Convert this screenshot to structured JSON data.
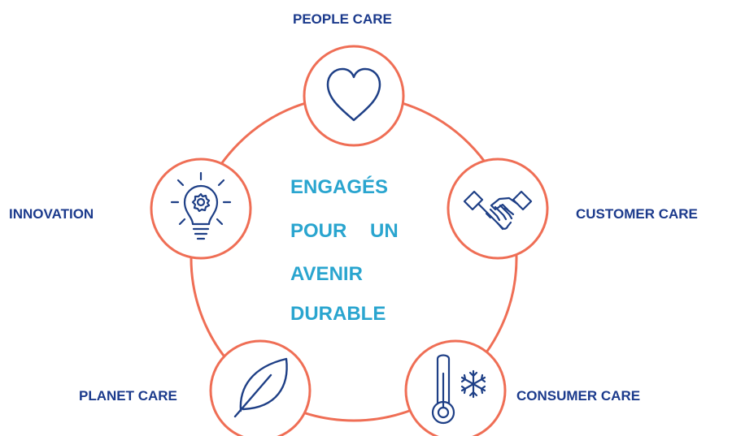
{
  "colors": {
    "ring": "#ef6e55",
    "icon": "#1e3f86",
    "label": "#1b3a8c",
    "center_text": "#2aa5cf"
  },
  "pillars": {
    "people_care": {
      "label": "PEOPLE CARE",
      "icon": "heart-icon"
    },
    "customer_care": {
      "label": "CUSTOMER CARE",
      "icon": "handshake-icon"
    },
    "consumer_care": {
      "label": "CONSUMER CARE",
      "icon": "thermometer-snowflake-icon"
    },
    "planet_care": {
      "label": "PLANET CARE",
      "icon": "leaf-icon"
    },
    "innovation": {
      "label": "INNOVATION",
      "icon": "lightbulb-gear-icon"
    }
  },
  "center": {
    "line_1": "ENGAGÉS",
    "line_2": "POUR UN",
    "line_3": "AVENIR",
    "line_4": "DURABLE"
  }
}
